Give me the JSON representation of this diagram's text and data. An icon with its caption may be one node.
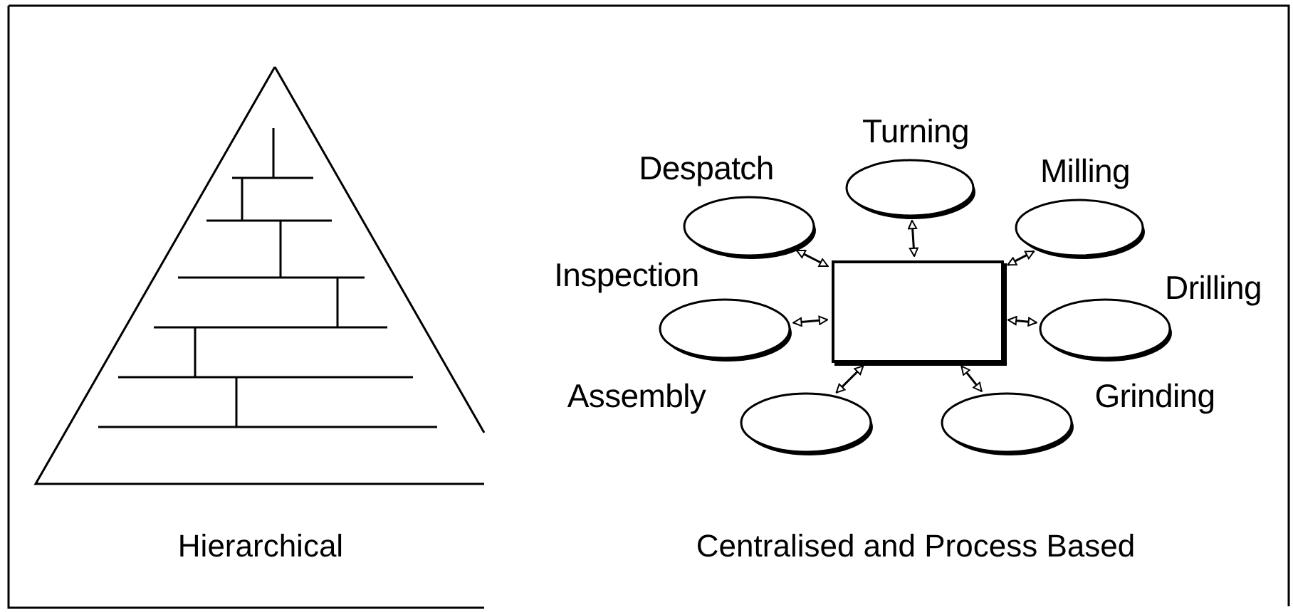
{
  "diagram": {
    "nodes": [
      {
        "text": [],
        "shape": "box"
      },
      {
        "text": [
          "Turning"
        ]
      },
      {
        "text": [
          "Despatch"
        ]
      },
      {
        "text": [
          "Milling"
        ]
      },
      {
        "text": [
          "Inspection"
        ]
      },
      {
        "text": [
          "Drilling"
        ]
      },
      {
        "text": [
          "Assembly"
        ]
      },
      {
        "text": [
          "Grinding"
        ]
      }
    ],
    "edges": [
      {
        "from": 0,
        "to": 1,
        "arrow": "both"
      },
      {
        "from": 0,
        "to": 2,
        "arrow": "both"
      },
      {
        "from": 0,
        "to": 3,
        "arrow": "both"
      },
      {
        "from": 0,
        "to": 4,
        "arrow": "both"
      },
      {
        "from": 0,
        "to": 5,
        "arrow": "both"
      },
      {
        "from": 0,
        "to": 6,
        "arrow": "both"
      },
      {
        "from": 0,
        "to": 7,
        "arrow": "both"
      }
    ],
    "labels": [
      "Hierarchical",
      "Centralised and Process Based"
    ]
  }
}
